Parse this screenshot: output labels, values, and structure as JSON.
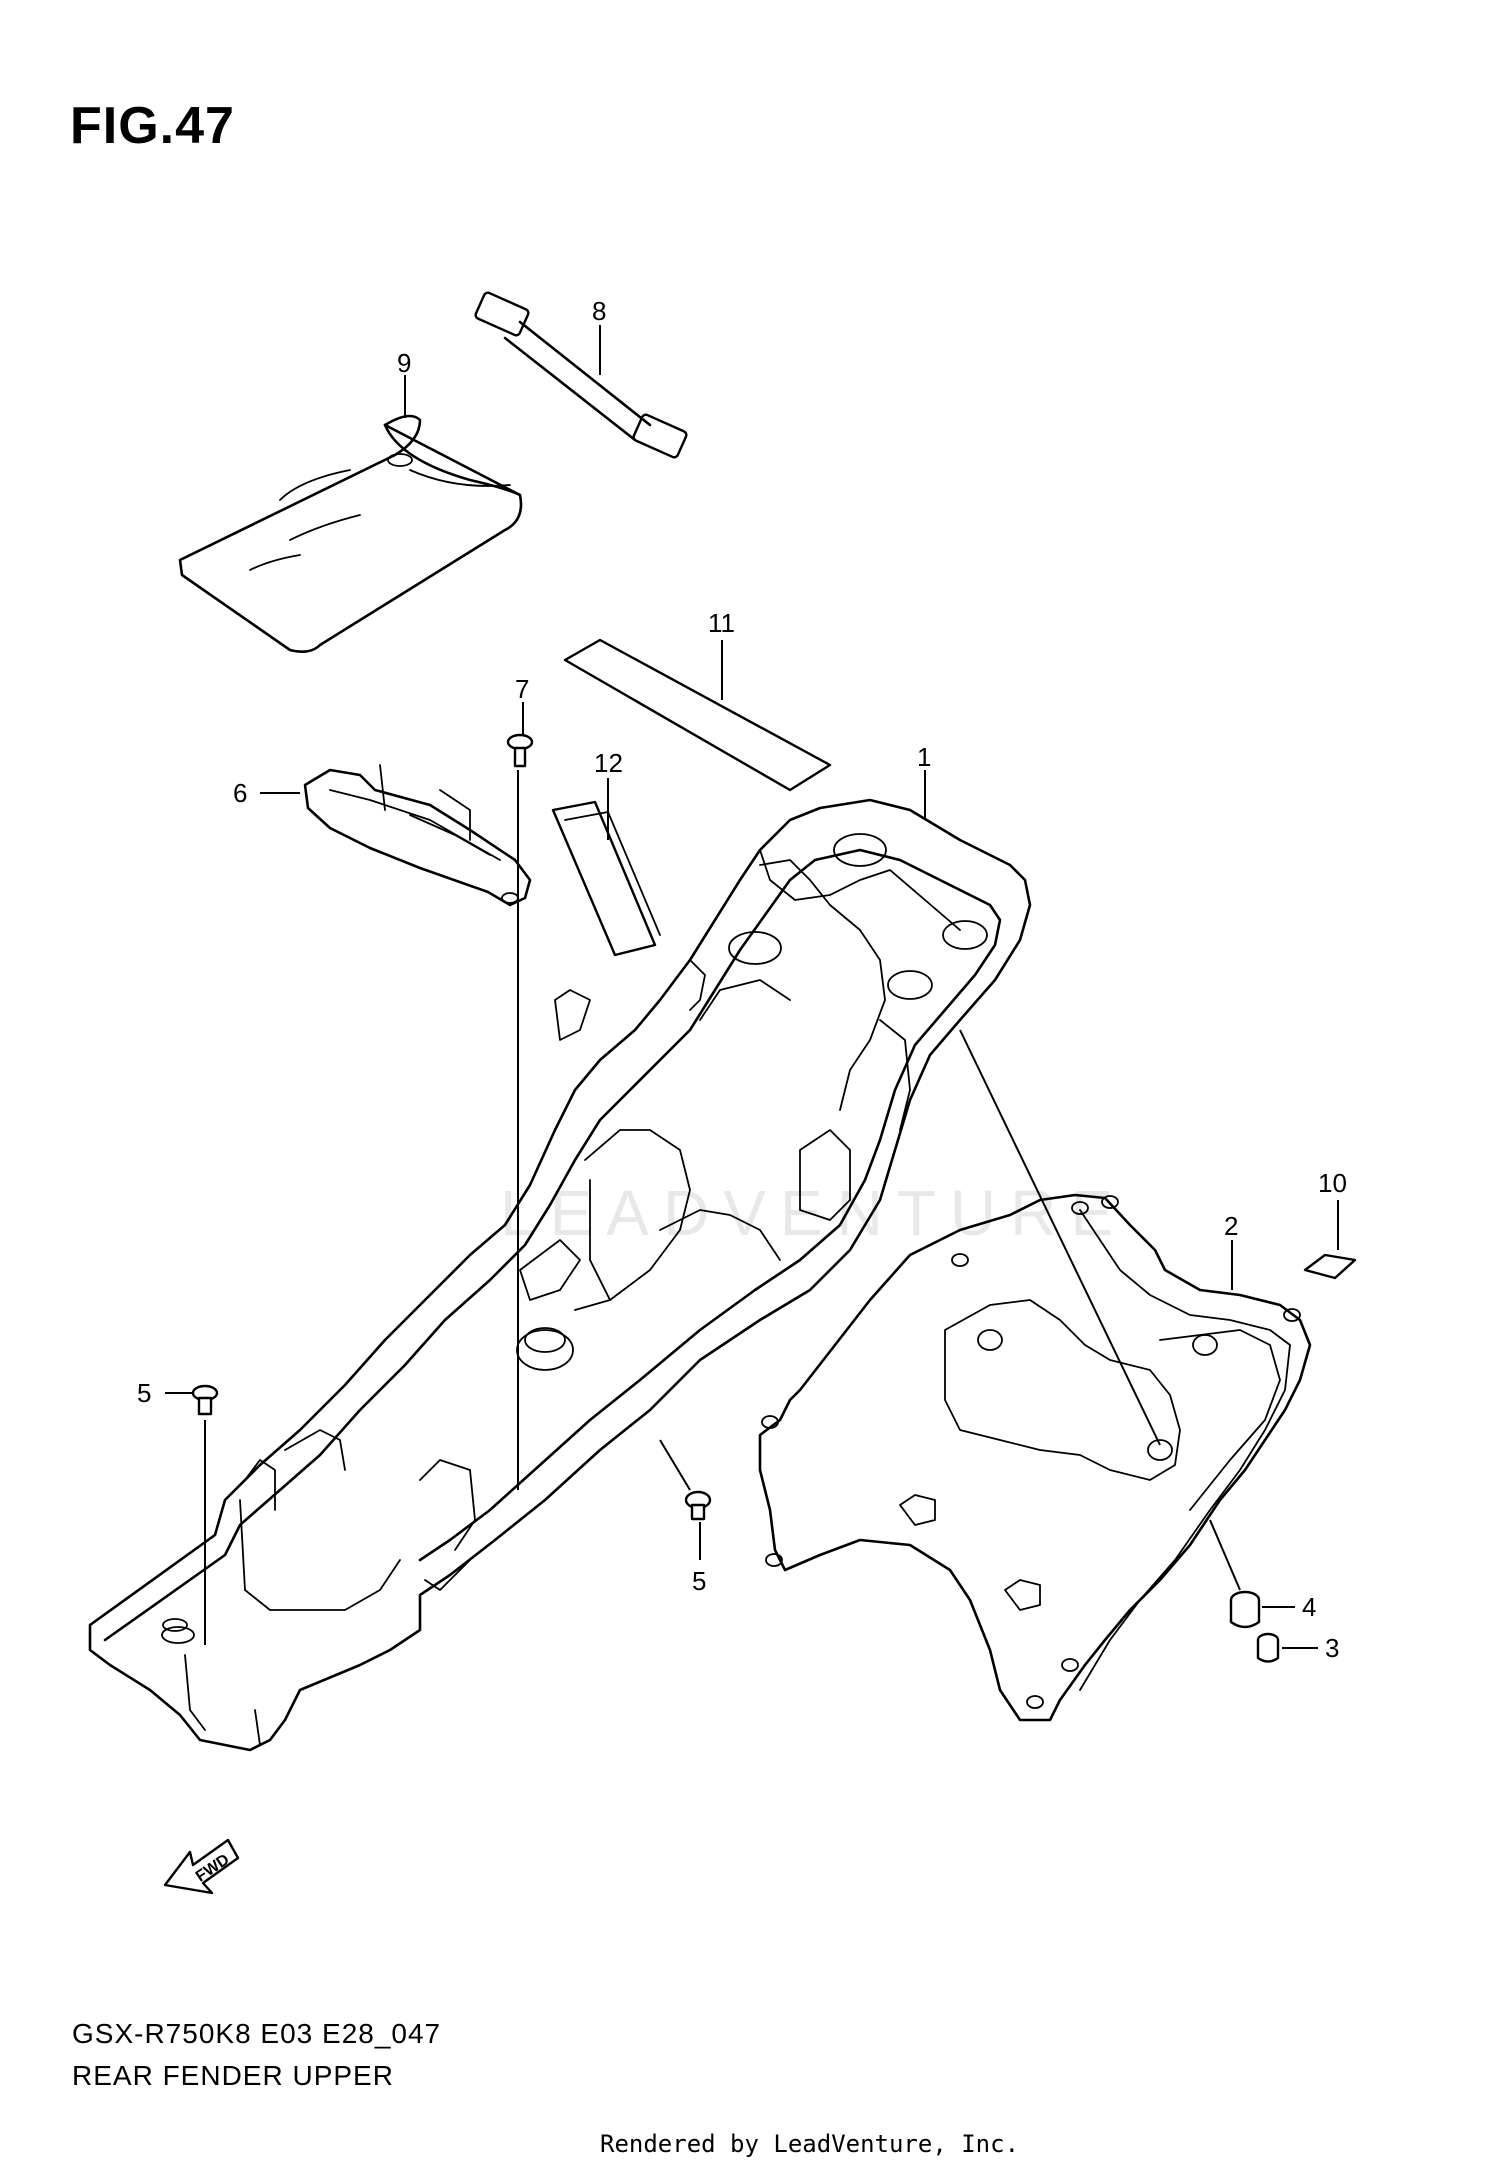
{
  "figure_title": "FIG.47",
  "model_code": "GSX-R750K8 E03 E28_047",
  "section_title": "REAR FENDER UPPER",
  "credit": "Rendered by LeadVenture, Inc.",
  "watermark": "LEADVENTURE",
  "direction_label": "FWD",
  "callouts": {
    "c1": "1",
    "c2": "2",
    "c3": "3",
    "c4": "4",
    "c5a": "5",
    "c5b": "5",
    "c6": "6",
    "c7": "7",
    "c8": "8",
    "c9": "9",
    "c10": "10",
    "c11": "11",
    "c12": "12"
  }
}
